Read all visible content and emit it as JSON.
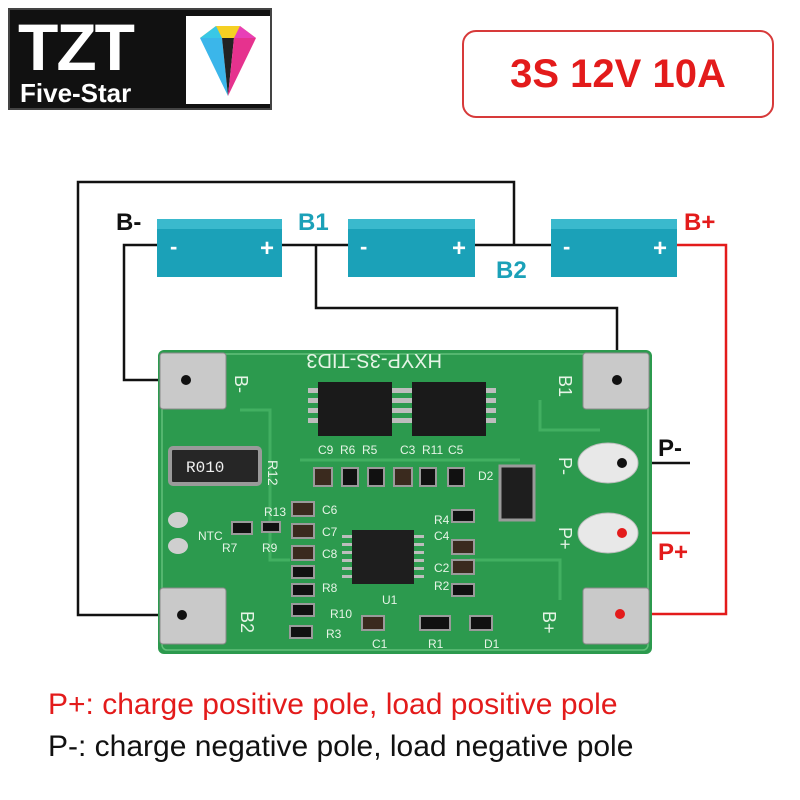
{
  "logo": {
    "mark": "TZT",
    "sub": "Five-Star"
  },
  "spec_label": "3S 12V 10A",
  "terminals": {
    "b_minus": "B-",
    "b1": "B1",
    "b2": "B2",
    "b_plus": "B+",
    "p_minus": "P-",
    "p_plus": "P+"
  },
  "battery_signs": {
    "negative": "-",
    "positive": "+"
  },
  "board": {
    "title": "HXYP-3S-TID3",
    "pad_b_minus": "B-",
    "pad_b1": "B1",
    "pad_b2": "B2",
    "pad_b_plus": "B+",
    "pad_p_minus": "P-",
    "pad_p_plus": "P+",
    "resistor_r12": "R010",
    "resistor_r12_label": "R12",
    "refs": [
      "C9",
      "R6",
      "R5",
      "C3",
      "R11",
      "C5",
      "D2",
      "C6",
      "C7",
      "C8",
      "R10",
      "R8",
      "R3",
      "C1",
      "R1",
      "D1",
      "U1",
      "C4",
      "R4",
      "C2",
      "R2",
      "NTC",
      "R7",
      "R9",
      "R13"
    ]
  },
  "notes": {
    "p_plus": "P+: charge positive pole, load positive pole",
    "p_minus": "P-: charge negative pole, load negative pole"
  },
  "colors": {
    "red": "#e31b1b",
    "teal": "#1ba1b8",
    "board": "#2c9a4e"
  }
}
